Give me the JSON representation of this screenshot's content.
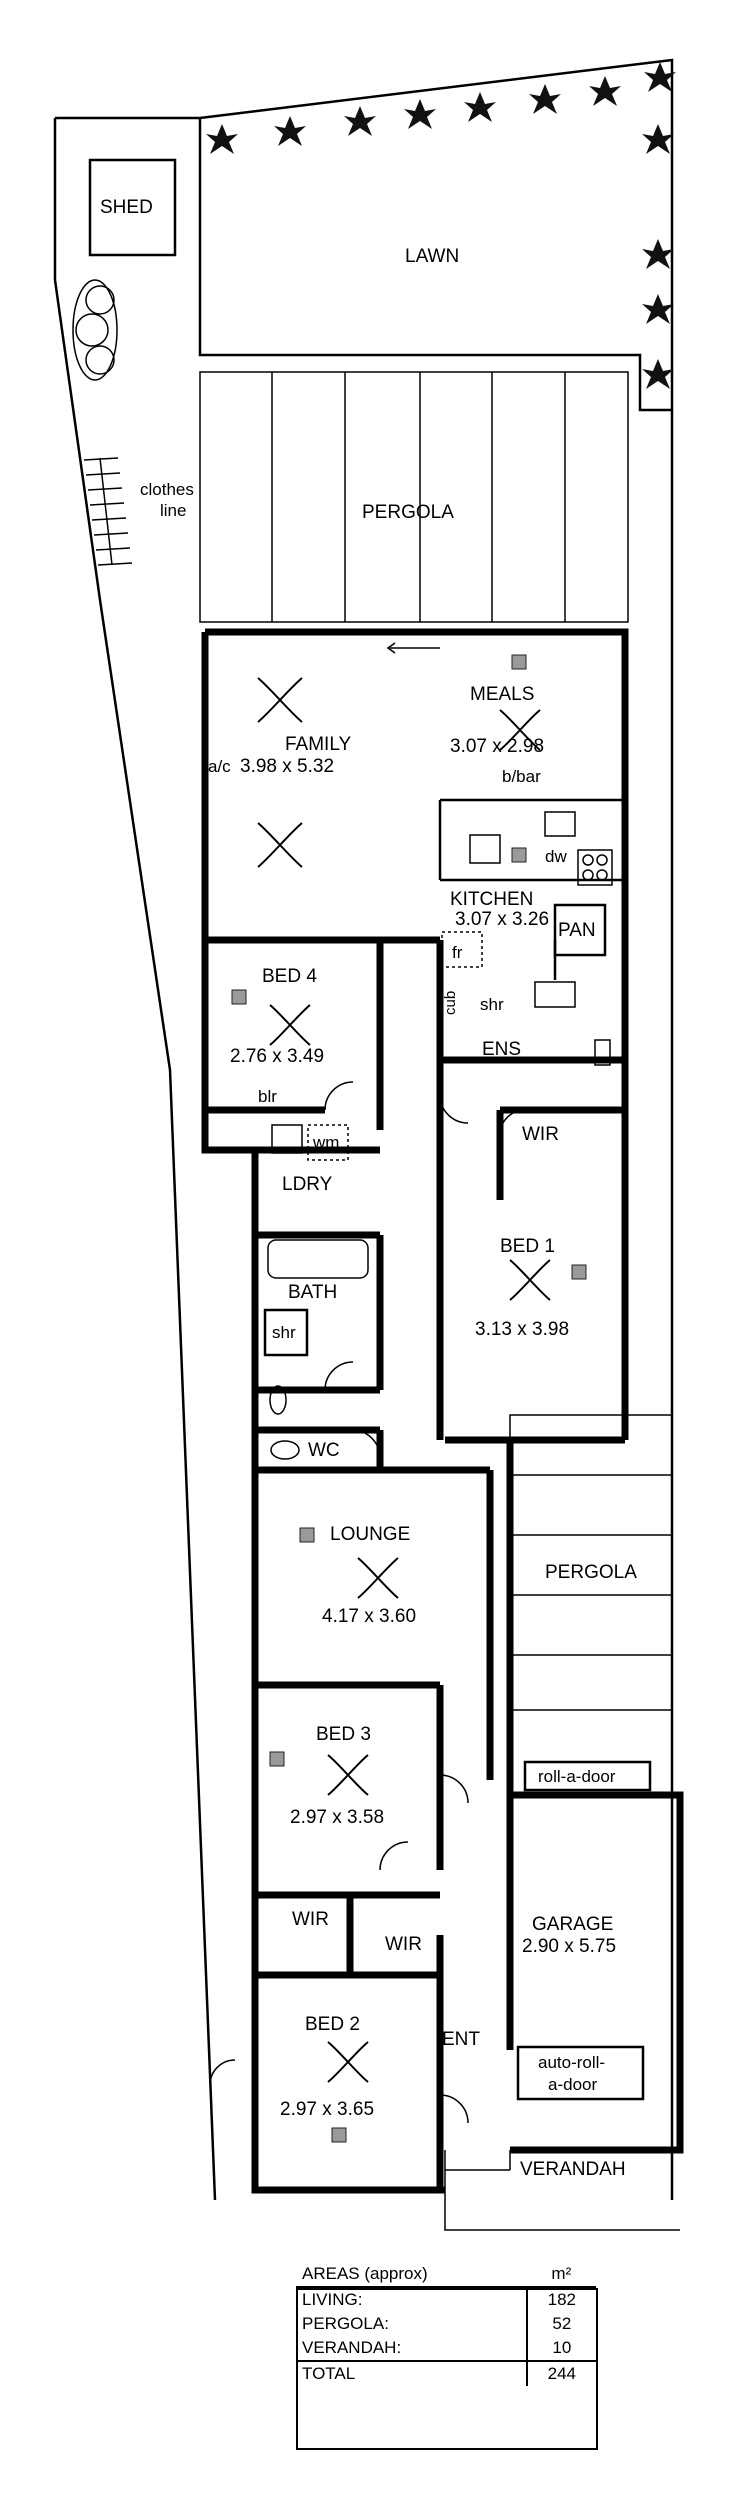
{
  "rooms": {
    "shed": "SHED",
    "lawn": "LAWN",
    "clothesline": "clothes\nline",
    "clothes": "clothes",
    "line": "line",
    "pergola_rear": "PERGOLA",
    "family": "FAMILY",
    "family_dim": "3.98 x 5.32",
    "ac": "a/c",
    "meals": "MEALS",
    "meals_dim": "3.07 x 2.98",
    "bbar": "b/bar",
    "dw": "dw",
    "kitchen": "KITCHEN",
    "kitchen_dim": "3.07 x 3.26",
    "fr": "fr",
    "pan": "PAN",
    "bed4": "BED 4",
    "bed4_dim": "2.76 x 3.49",
    "blr": "blr",
    "cub": "cub",
    "shr_ens": "shr",
    "ens": "ENS",
    "wm": "wm",
    "ldry": "LDRY",
    "wir1": "WIR",
    "bed1": "BED 1",
    "bed1_dim": "3.13 x 3.98",
    "bath": "BATH",
    "shr_bath": "shr",
    "wc": "WC",
    "lounge": "LOUNGE",
    "lounge_dim": "4.17 x 3.60",
    "pergola_side": "PERGOLA",
    "bed3": "BED 3",
    "bed3_dim": "2.97 x 3.58",
    "roll_a_door": "roll-a-door",
    "wir3": "WIR",
    "wir2": "WIR",
    "garage": "GARAGE",
    "garage_dim": "2.90 x 5.75",
    "bed2": "BED 2",
    "bed2_dim": "2.97 x 3.65",
    "ent": "ENT",
    "auto_roll_a": "auto-roll-",
    "auto_roll_b": "a-door",
    "verandah": "VERANDAH"
  },
  "areas": {
    "title": "AREAS (approx)",
    "unit": "m²",
    "rows": [
      {
        "label": "LIVING:",
        "value": "182"
      },
      {
        "label": "PERGOLA:",
        "value": "52"
      },
      {
        "label": "VERANDAH:",
        "value": "10"
      }
    ],
    "total_label": "TOTAL",
    "total_value": "244"
  }
}
